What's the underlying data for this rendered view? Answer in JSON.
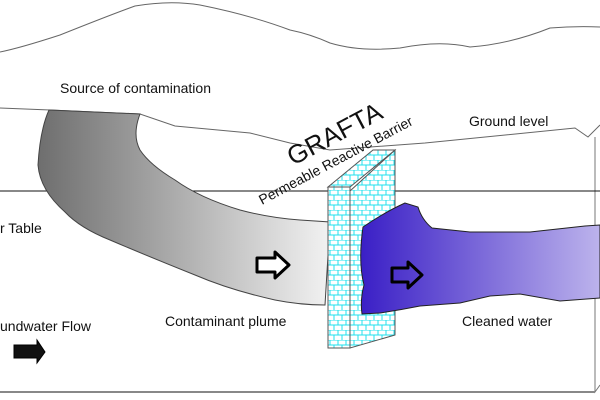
{
  "diagram": {
    "title": "GRAFTA",
    "subtitle": "Permeable Reactive Barrier",
    "labels": {
      "source": "Source of contamination",
      "ground_level": "Ground level",
      "water_table": "r Table",
      "groundwater_flow": "undwater Flow",
      "contaminant_plume": "Contaminant plume",
      "cleaned_water": "Cleaned water"
    },
    "colors": {
      "plume_dark": "#6e6e6e",
      "plume_light": "#f2f2f2",
      "clean_dark": "#3a1fc6",
      "clean_light": "#bcb3ec",
      "barrier_grid": "#22e0ee",
      "line": "#555555"
    }
  }
}
